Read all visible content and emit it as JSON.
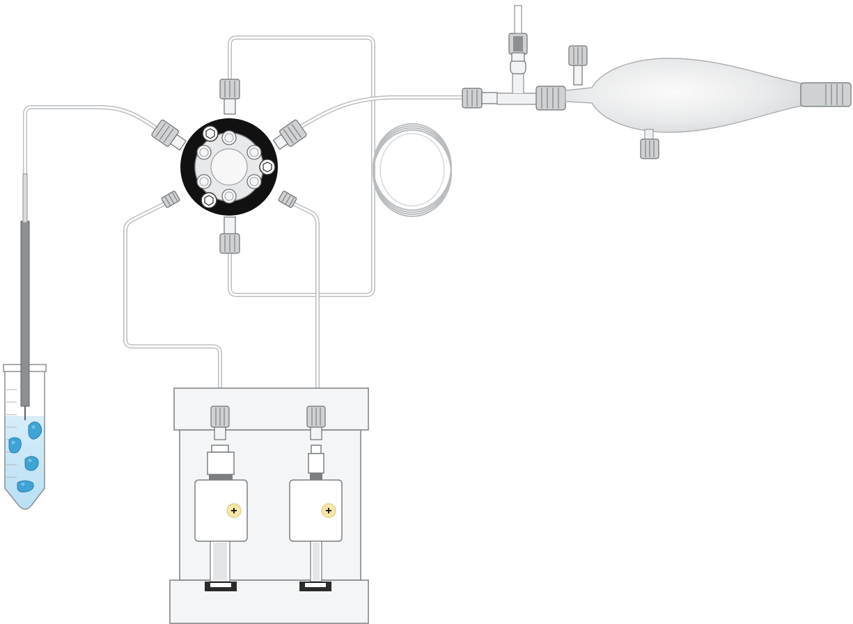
{
  "diagram": {
    "components": [
      {
        "name": "six-port-rotary-valve",
        "ports": 6
      },
      {
        "name": "dual-syringe-pump",
        "syringes": 2
      },
      {
        "name": "sample-tube",
        "particles": 4
      },
      {
        "name": "coiled-sample-loop"
      },
      {
        "name": "t-junction-connector"
      },
      {
        "name": "glass-reaction-flask"
      }
    ],
    "colors": {
      "tubing": "#b9bcbf",
      "valve_ring": "#111111",
      "liquid": "#cfe9f7",
      "particles": "#3fa3d6",
      "screw_badge": "#f6e6a6",
      "flask_glass": "#e4e5e6",
      "fitting": "#cfd1d3"
    }
  }
}
